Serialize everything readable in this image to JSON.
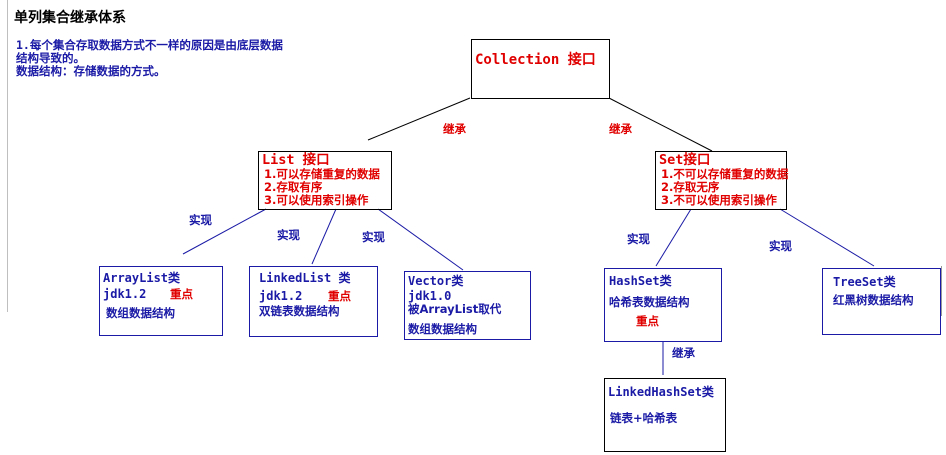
{
  "header": {
    "title": "单列集合继承体系",
    "notes": [
      "1.每个集合存取数据方式不一样的原因是由底层数据",
      "结构导致的。",
      "数据结构：存储数据的方式。"
    ]
  },
  "collection": {
    "label": "Collection 接口"
  },
  "edge_labels": {
    "inherit": "继承",
    "implement": "实现"
  },
  "list": {
    "title": "List 接口",
    "features": [
      "1.可以存储重复的数据",
      "2.存取有序",
      "3.可以使用索引操作"
    ]
  },
  "set": {
    "title": "Set接口",
    "features": [
      "1.不可以存储重复的数据",
      "2.存取无序",
      "3.不可以使用索引操作"
    ]
  },
  "arraylist": {
    "name": "ArrayList类",
    "jdk": "jdk1.2",
    "key": "重点",
    "structure": "数组数据结构"
  },
  "linkedlist": {
    "name": "LinkedList 类",
    "jdk": "jdk1.2",
    "key": "重点",
    "structure": "双链表数据结构"
  },
  "vector": {
    "name": "Vector类",
    "jdk": "jdk1.0",
    "replaced": "被ArrayList取代",
    "structure": "数组数据结构"
  },
  "hashset": {
    "name": "HashSet类",
    "structure": "哈希表数据结构",
    "key": "重点"
  },
  "treeset": {
    "name": "TreeSet类",
    "structure": "红黑树数据结构"
  },
  "linkedhashset": {
    "name": "LinkedHashSet类",
    "structure": "链表+哈希表"
  },
  "colors": {
    "red": "#e00000",
    "blue": "#1a1aa6",
    "black": "#000000"
  }
}
